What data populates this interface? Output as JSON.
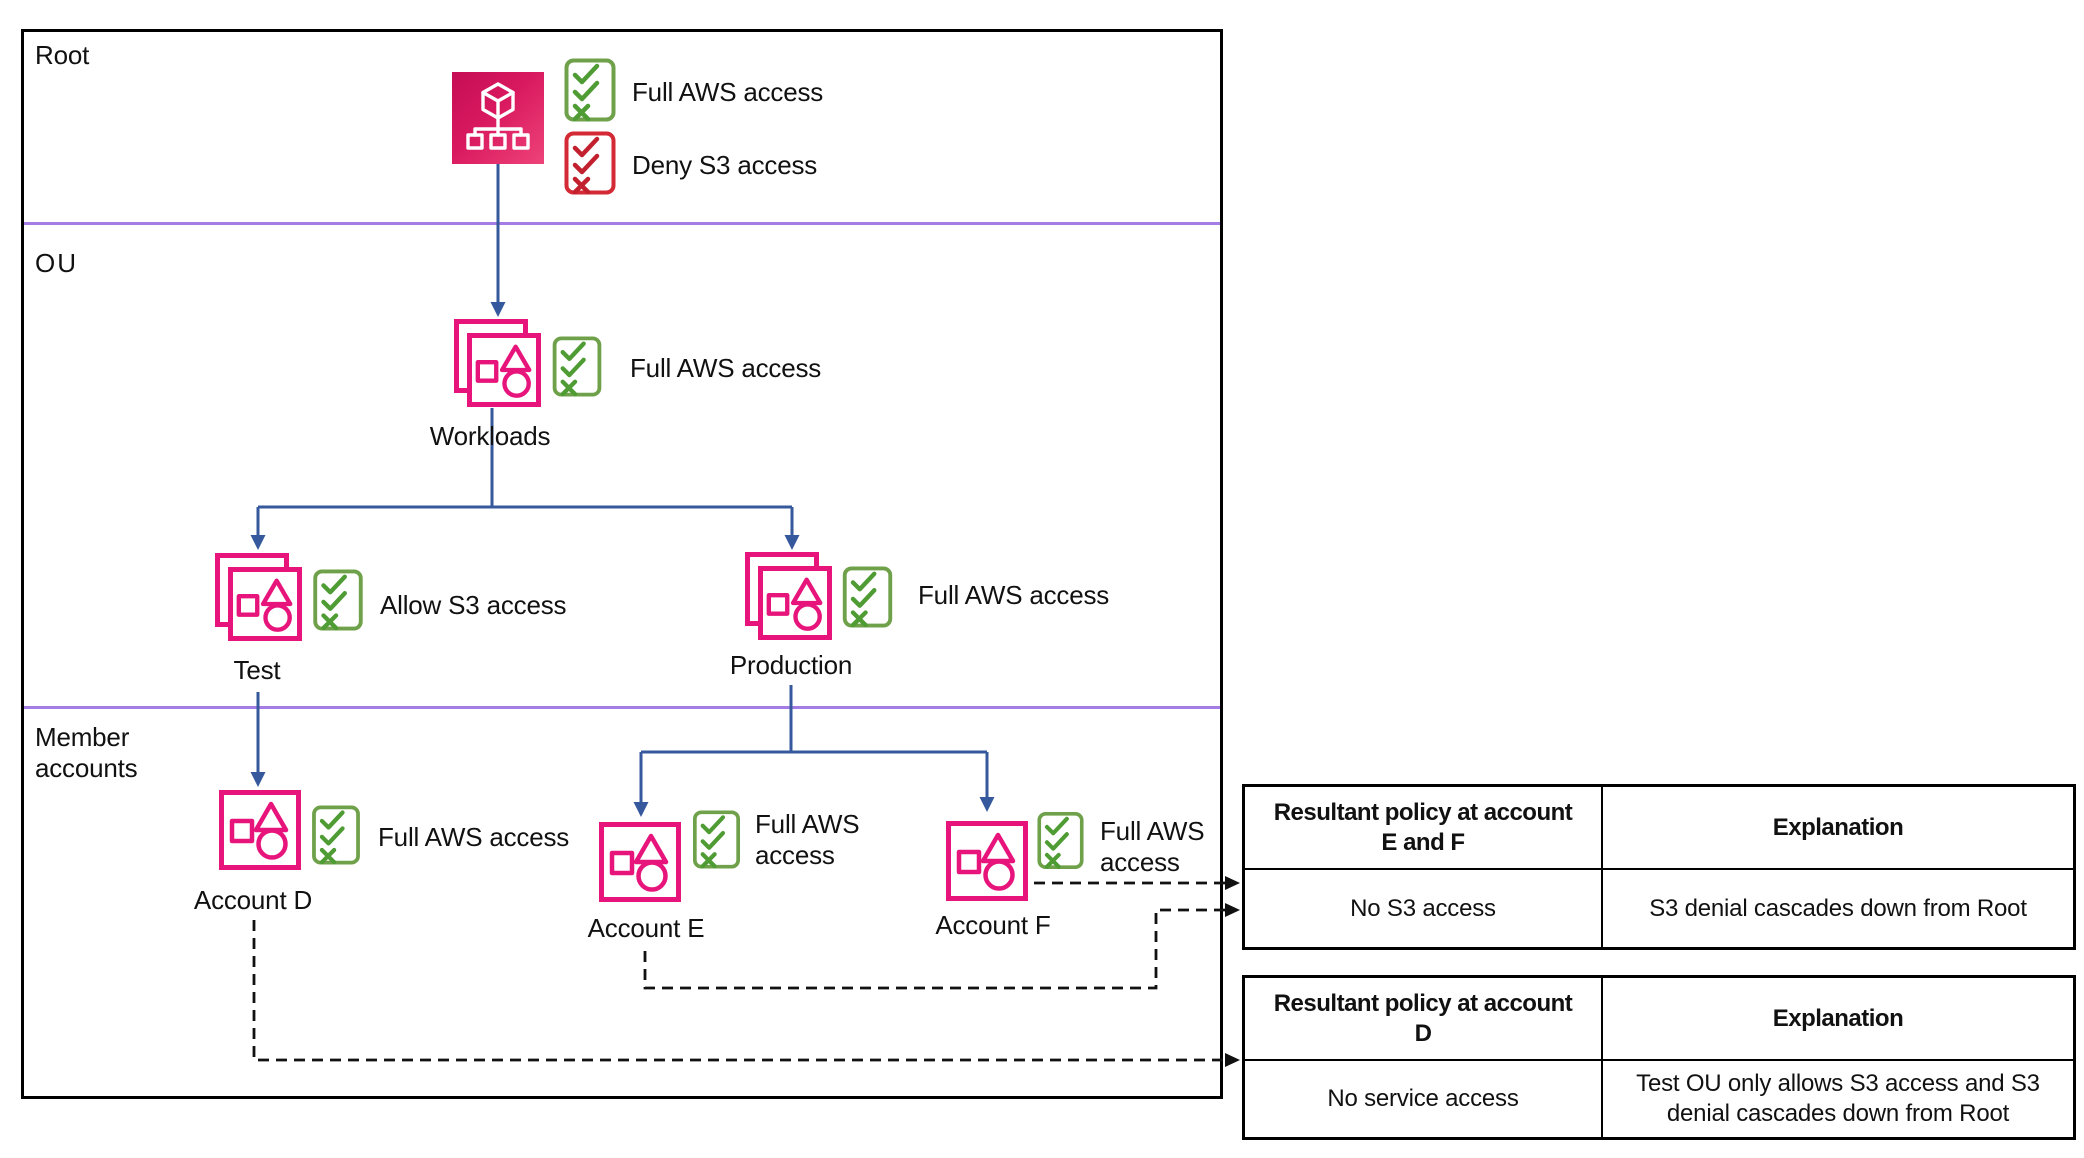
{
  "sections": {
    "root": {
      "label": "Root"
    },
    "ou": {
      "label": "OU"
    },
    "member": {
      "label": "Member accounts"
    }
  },
  "nodes": {
    "root": {
      "policies": [
        {
          "kind": "allow",
          "label": "Full AWS access"
        },
        {
          "kind": "deny",
          "label": "Deny S3 access"
        }
      ]
    },
    "workloads": {
      "label": "Workloads",
      "policy": {
        "kind": "allow",
        "label": "Full AWS access"
      }
    },
    "test": {
      "label": "Test",
      "policy": {
        "kind": "allow",
        "label": "Allow S3 access"
      }
    },
    "production": {
      "label": "Production",
      "policy": {
        "kind": "allow",
        "label": "Full AWS access"
      }
    },
    "account_d": {
      "label": "Account D",
      "policy": {
        "kind": "allow",
        "label": "Full AWS access"
      }
    },
    "account_e": {
      "label": "Account E",
      "policy": {
        "kind": "allow",
        "label": "Full AWS access"
      }
    },
    "account_f": {
      "label": "Account F",
      "policy": {
        "kind": "allow",
        "label": "Full AWS access"
      }
    }
  },
  "tables": [
    {
      "header_col1_line1": "Resultant policy at account",
      "header_col1_line2": "E and F",
      "header_col2": "Explanation",
      "row_col1": "No S3 access",
      "row_col2": "S3 denial cascades down from Root"
    },
    {
      "header_col1_line1": "Resultant policy at account",
      "header_col1_line2": "D",
      "header_col2": "Explanation",
      "row_col1": "No service access",
      "row_col2": "Test OU only allows S3 access and S3 denial cascades down from Root"
    }
  ],
  "colors": {
    "pink": "#E7157B",
    "icon_gradient_start": "#C50D55",
    "icon_gradient_end": "#EE4379",
    "green_allow": "#6FA14A",
    "red_deny": "#D42A35",
    "blue_arrow": "#36599D",
    "purple_divider": "#A57CE3",
    "line_black": "#111111"
  }
}
